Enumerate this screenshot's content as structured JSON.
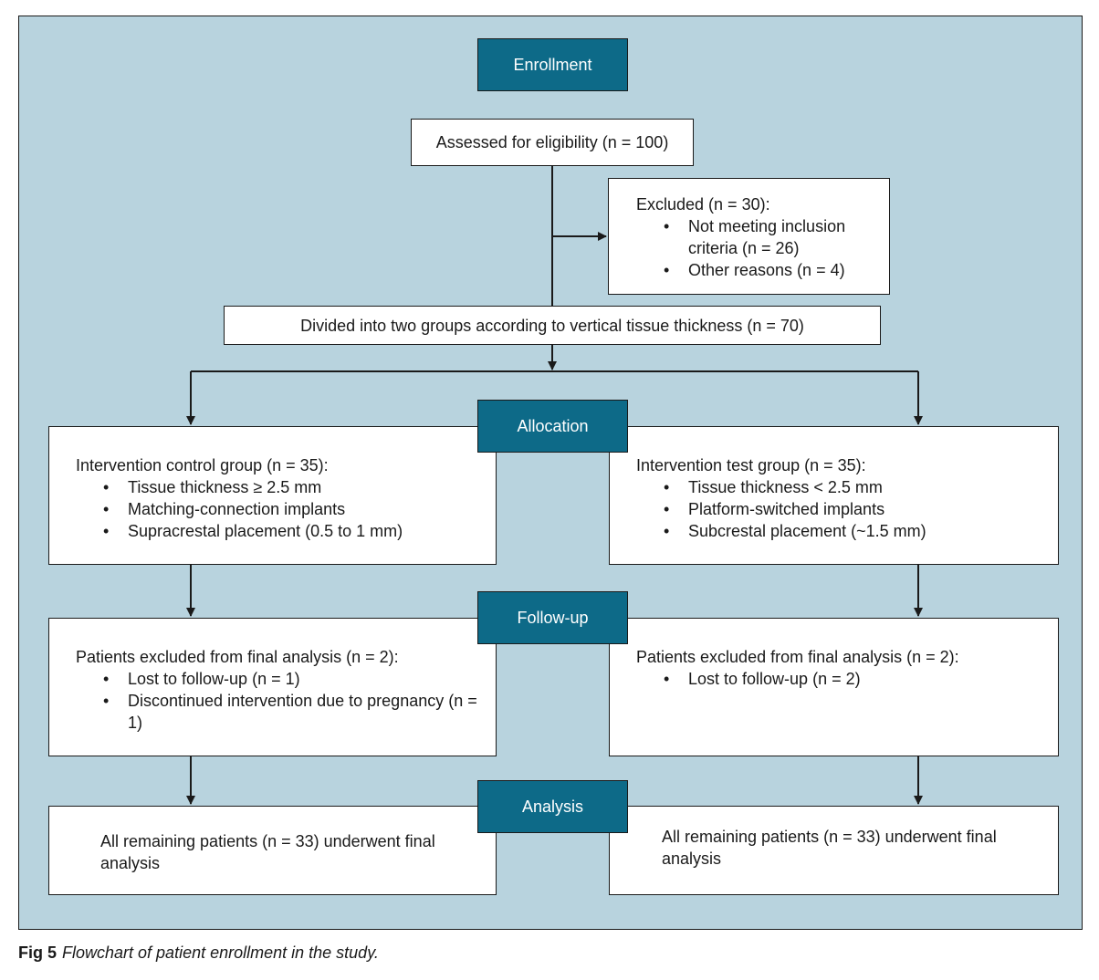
{
  "stages": {
    "enrollment": "Enrollment",
    "allocation": "Allocation",
    "followup": "Follow-up",
    "analysis": "Analysis"
  },
  "assessed": "Assessed for eligibility (n = 100)",
  "excluded": {
    "title": "Excluded (n = 30):",
    "items": [
      "Not meeting inclusion criteria (n = 26)",
      "Other reasons (n = 4)"
    ]
  },
  "divided": "Divided into two groups according to vertical tissue thickness (n = 70)",
  "control_group": {
    "title": "Intervention control group (n = 35):",
    "items": [
      "Tissue thickness ≥ 2.5 mm",
      "Matching-connection implants",
      "Supracrestal placement (0.5 to 1 mm)"
    ]
  },
  "test_group": {
    "title": "Intervention test group (n = 35):",
    "items": [
      "Tissue thickness < 2.5 mm",
      "Platform-switched implants",
      "Subcrestal placement (~1.5 mm)"
    ]
  },
  "control_followup": {
    "title": "Patients excluded from final analysis (n = 2):",
    "items": [
      "Lost to follow-up (n = 1)",
      "Discontinued intervention due to pregnancy (n = 1)"
    ]
  },
  "test_followup": {
    "title": "Patients excluded from final analysis (n = 2):",
    "items": [
      "Lost to follow-up (n = 2)"
    ]
  },
  "control_analysis": "All remaining patients (n = 33) underwent final analysis",
  "test_analysis": "All remaining patients (n = 33) underwent final analysis",
  "caption": {
    "label": "Fig 5",
    "text": "Flowchart of patient enrollment in the study."
  }
}
